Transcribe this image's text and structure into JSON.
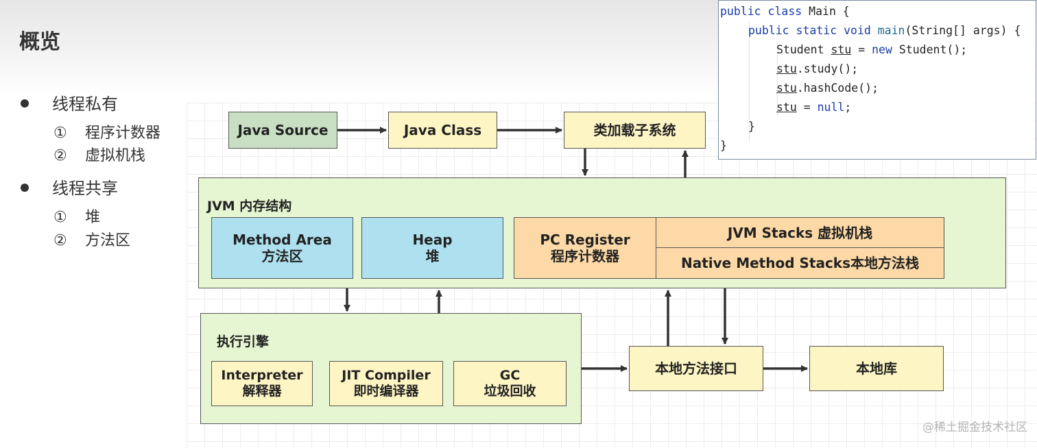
{
  "title": "概览",
  "outline": {
    "private": {
      "label": "线程私有",
      "items": [
        {
          "num": "①",
          "text": "程序计数器"
        },
        {
          "num": "②",
          "text": "虚拟机栈"
        }
      ]
    },
    "shared": {
      "label": "线程共享",
      "items": [
        {
          "num": "①",
          "text": "堆"
        },
        {
          "num": "②",
          "text": "方法区"
        }
      ]
    }
  },
  "diagram": {
    "java_source": "Java Source",
    "java_class": "Java Class",
    "class_loader": "类加载子系统",
    "jvm_memory": {
      "label": "JVM 内存结构",
      "method_area": {
        "en": "Method Area",
        "zh": "方法区"
      },
      "heap": {
        "en": "Heap",
        "zh": "堆"
      },
      "pc_register": {
        "en": "PC Register",
        "zh": "程序计数器"
      },
      "jvm_stacks": "JVM Stacks 虚拟机栈",
      "native_stacks": "Native Method Stacks本地方法栈"
    },
    "exec_engine": {
      "label": "执行引擎",
      "interpreter": {
        "en": "Interpreter",
        "zh": "解释器"
      },
      "jit": {
        "en": "JIT Compiler",
        "zh": "即时编译器"
      },
      "gc": {
        "en": "GC",
        "zh": "垃圾回收"
      }
    },
    "native_interface": "本地方法接口",
    "native_library": "本地库"
  },
  "code": {
    "l1": {
      "kw": "public class ",
      "rest": "Main {"
    },
    "l2": {
      "kw": "public static void ",
      "fn": "main",
      "rest": "(String[] args) {"
    },
    "l3": {
      "a": "Student ",
      "var": "stu",
      "b": " = ",
      "kw": "new",
      "c": " Student();"
    },
    "l4": {
      "var": "stu",
      "rest": ".study();"
    },
    "l5": {
      "var": "stu",
      "rest": ".hashCode();"
    },
    "l6": {
      "var": "stu",
      "b": " = ",
      "kw": "null",
      "c": ";"
    },
    "l7": "}",
    "l8": "}"
  },
  "watermark": "@稀土掘金技术社区",
  "colors": {
    "yellow": "#fdf5c4",
    "green_dark": "#c9dfc4",
    "green_panel": "#e6f5d2",
    "blue": "#aee0f0",
    "orange": "#fcd9a6",
    "keyword_blue": "#1a3aa8"
  }
}
